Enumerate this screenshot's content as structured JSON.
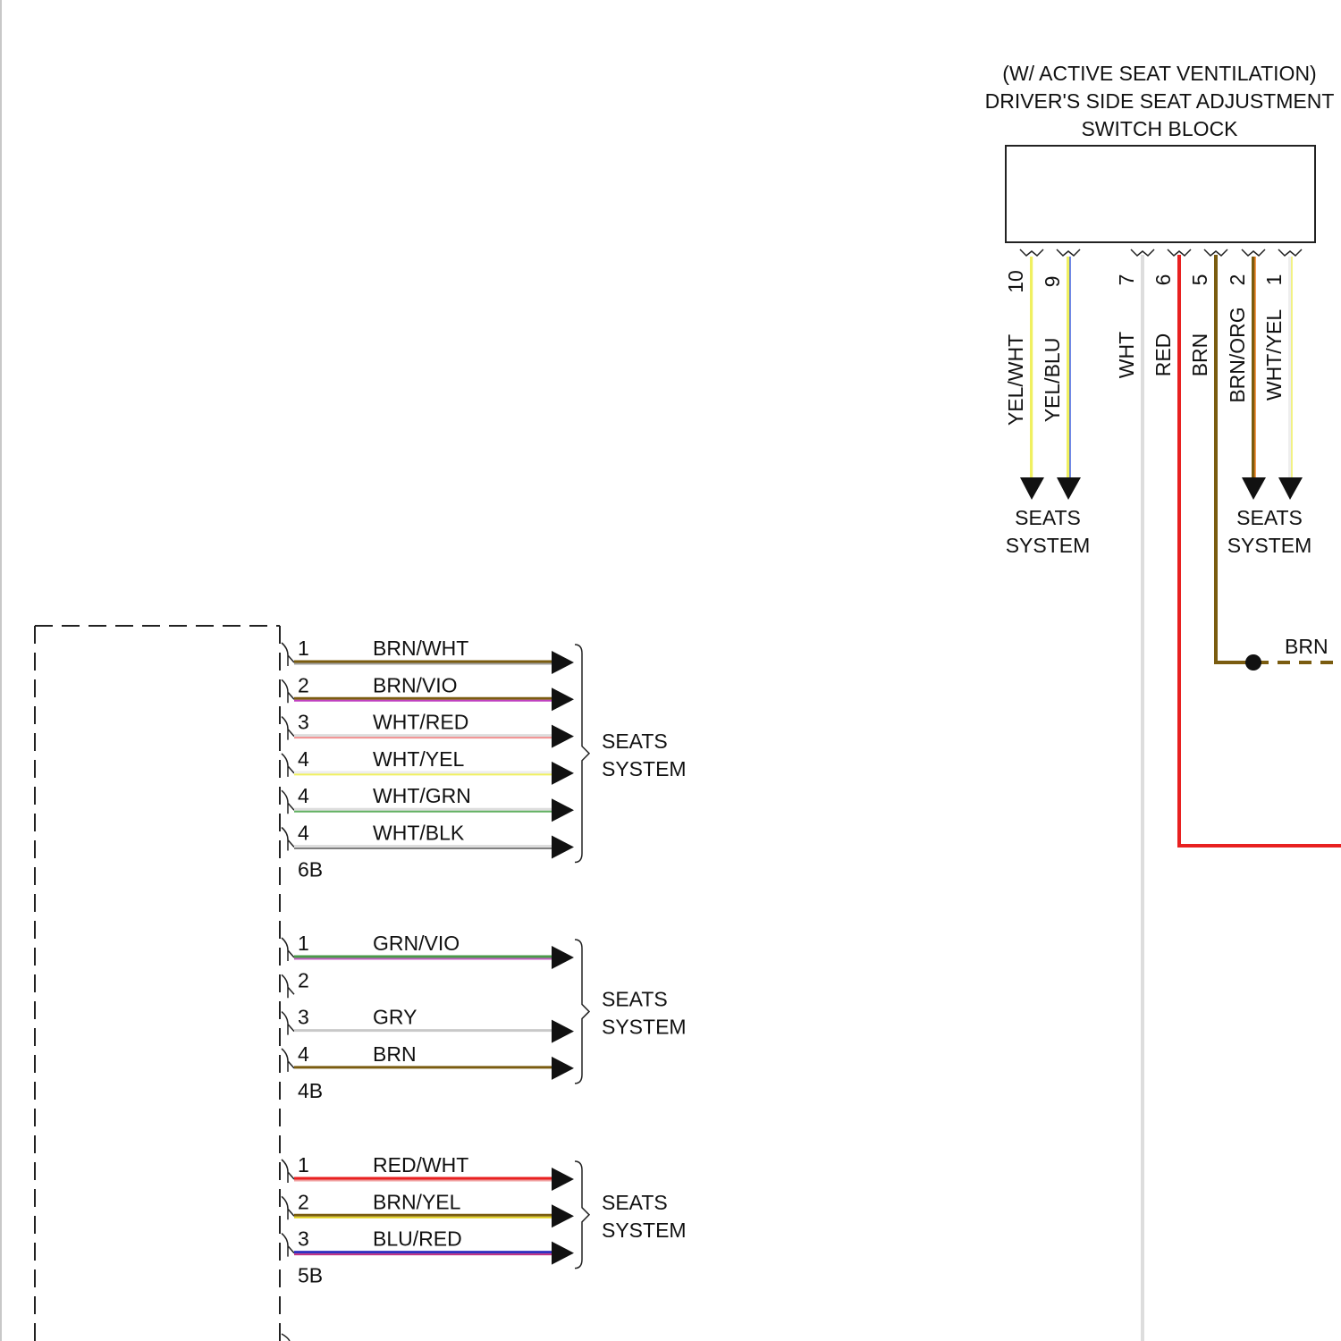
{
  "switch_block": {
    "title_line1": "(W/ ACTIVE SEAT VENTILATION)",
    "title_line2": "DRIVER'S SIDE SEAT ADJUSTMENT",
    "title_line3": "SWITCH BLOCK",
    "pins": [
      {
        "pin": "10",
        "color_label": "YEL/WHT",
        "colors": [
          "#f0f060",
          "#ffffff"
        ]
      },
      {
        "pin": "9",
        "color_label": "YEL/BLU",
        "colors": [
          "#f0f060",
          "#4060e0"
        ]
      },
      {
        "pin": "7",
        "color_label": "WHT",
        "colors": [
          "#dddddd"
        ]
      },
      {
        "pin": "6",
        "color_label": "RED",
        "colors": [
          "#e82020"
        ]
      },
      {
        "pin": "5",
        "color_label": "BRN",
        "colors": [
          "#7a5c10"
        ]
      },
      {
        "pin": "2",
        "color_label": "BRN/ORG",
        "colors": [
          "#7a5c10",
          "#f08020"
        ]
      },
      {
        "pin": "1",
        "color_label": "WHT/YEL",
        "colors": [
          "#eeeeee",
          "#f0f060"
        ]
      }
    ],
    "dest_left": [
      "SEATS",
      "SYSTEM"
    ],
    "dest_right": [
      "SEATS",
      "SYSTEM"
    ],
    "brn_splice_label": "BRN"
  },
  "connectors": [
    {
      "id": "6B",
      "wires": [
        {
          "pin": "1",
          "label": "BRN/WHT",
          "colors": [
            "#7a5c10",
            "#a0a0a0"
          ]
        },
        {
          "pin": "2",
          "label": "BRN/VIO",
          "colors": [
            "#7a5c10",
            "#c040c0"
          ]
        },
        {
          "pin": "3",
          "label": "WHT/RED",
          "colors": [
            "#dddddd",
            "#f09090"
          ]
        },
        {
          "pin": "4",
          "label": "WHT/YEL",
          "colors": [
            "#eeeeee",
            "#f0f060"
          ]
        },
        {
          "pin": "4",
          "label": "WHT/GRN",
          "colors": [
            "#dddddd",
            "#60b060"
          ]
        },
        {
          "pin": "4",
          "label": "WHT/BLK",
          "colors": [
            "#dddddd",
            "#808080"
          ]
        }
      ],
      "dest": [
        "SEATS",
        "SYSTEM"
      ]
    },
    {
      "id": "4B",
      "wires": [
        {
          "pin": "1",
          "label": "GRN/VIO",
          "colors": [
            "#4a9a4a",
            "#c060c0"
          ]
        },
        {
          "pin": "2",
          "label": "",
          "colors": []
        },
        {
          "pin": "3",
          "label": "GRY",
          "colors": [
            "#c8c8c8"
          ]
        },
        {
          "pin": "4",
          "label": "BRN",
          "colors": [
            "#7a5c10"
          ]
        }
      ],
      "dest": [
        "SEATS",
        "SYSTEM"
      ]
    },
    {
      "id": "5B",
      "wires": [
        {
          "pin": "1",
          "label": "RED/WHT",
          "colors": [
            "#e82020",
            "#f0a0a0"
          ]
        },
        {
          "pin": "2",
          "label": "BRN/YEL",
          "colors": [
            "#7a5c10",
            "#e0d020"
          ]
        },
        {
          "pin": "3",
          "label": "BLU/RED",
          "colors": [
            "#3030c0",
            "#c03080"
          ]
        }
      ],
      "dest": [
        "SEATS",
        "SYSTEM"
      ]
    }
  ]
}
